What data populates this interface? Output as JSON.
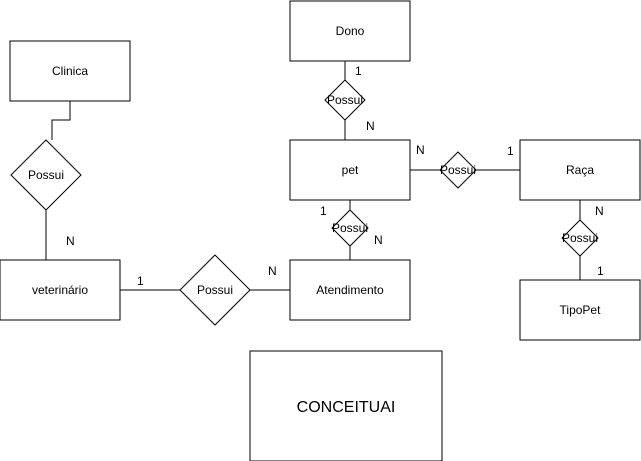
{
  "entities": {
    "dono": "Dono",
    "clinica": "Clinica",
    "pet": "pet",
    "raca": "Raça",
    "veterinario": "veterinário",
    "atendimento": "Atendimento",
    "tipopet": "TipoPet",
    "conceitual": "CONCEITUAI"
  },
  "relationships": {
    "dono_pet": "Possui",
    "clinica_vet": "Possui",
    "pet_raca": "Possui",
    "pet_atendimento": "Possui",
    "raca_tipopet": "Possui",
    "vet_atendimento": "Possui"
  },
  "cardinalities": {
    "dono_side": "1",
    "pet_from_dono": "N",
    "pet_from_raca": "N",
    "raca_from_pet": "1",
    "pet_from_atendimento": "1",
    "atendimento_from_pet": "N",
    "raca_from_tipopet": "N",
    "tipopet_from_raca": "1",
    "vet_from_clinica": "N",
    "vet_from_atendimento": "1",
    "atendimento_from_vet": "N"
  }
}
